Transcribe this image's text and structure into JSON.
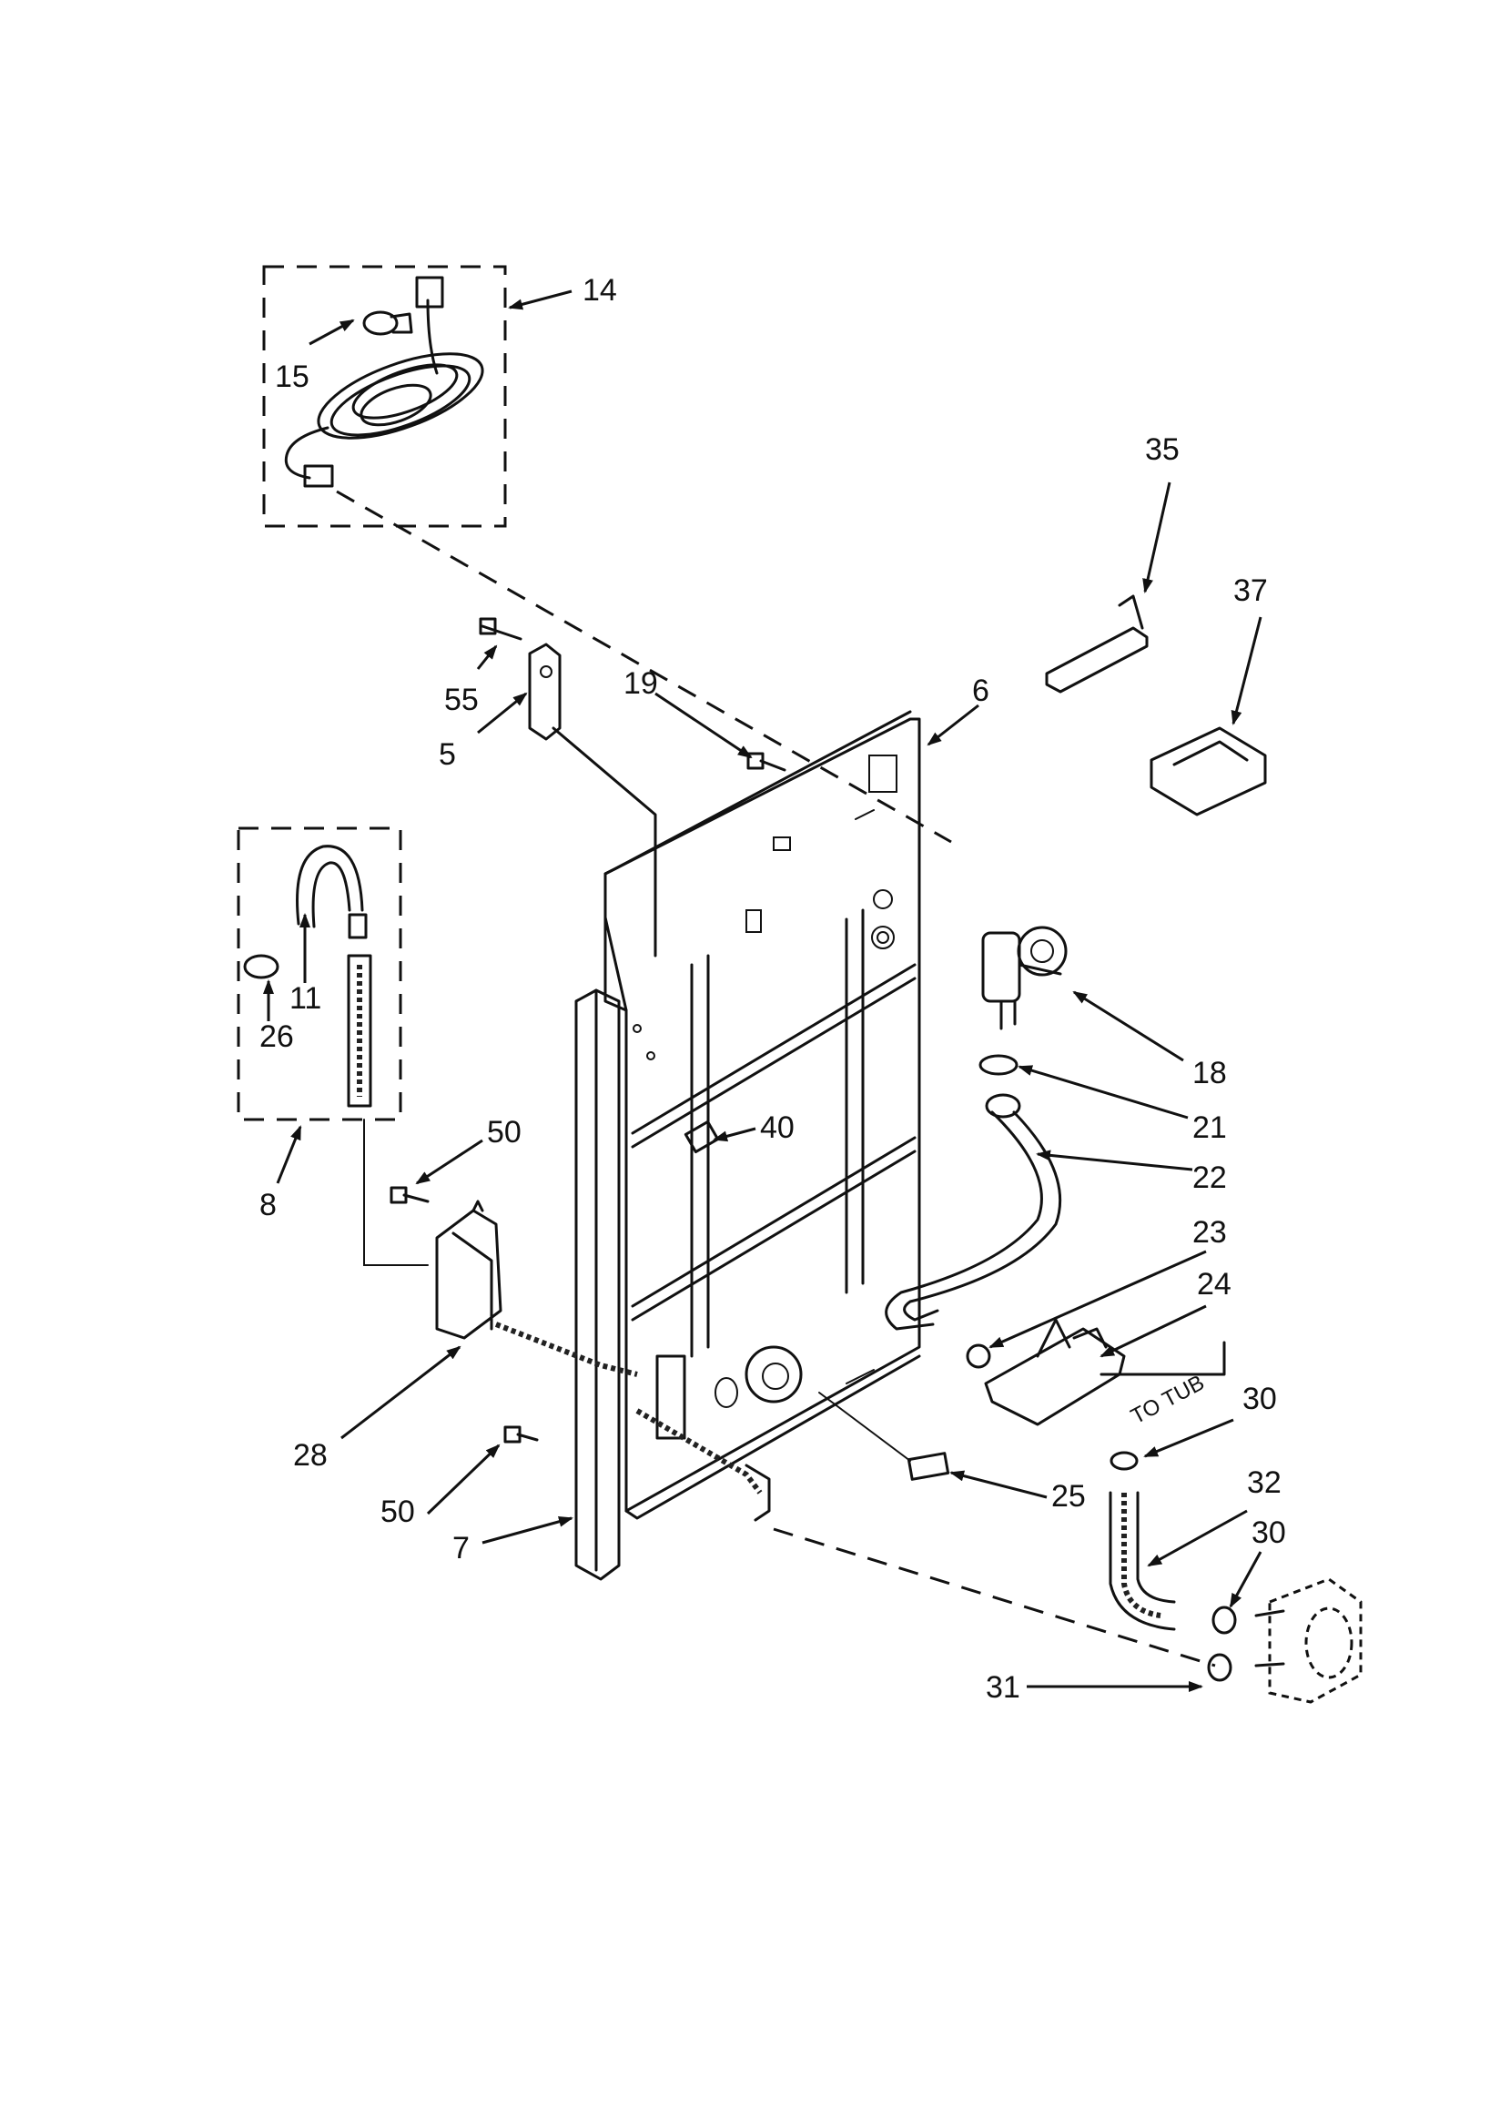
{
  "labels": {
    "p14": "14",
    "p15": "15",
    "p35": "35",
    "p37": "37",
    "p19": "19",
    "p55": "55",
    "p6": "6",
    "p5": "5",
    "p11": "11",
    "p26": "26",
    "p18": "18",
    "p21": "21",
    "p40": "40",
    "p22": "22",
    "p8": "8",
    "p50a": "50",
    "p23": "23",
    "p24": "24",
    "p28": "28",
    "p30a": "30",
    "to_tub": "TO TUB",
    "p32": "32",
    "p50b": "50",
    "p25": "25",
    "p7": "7",
    "p30b": "30",
    "p31": "31"
  }
}
